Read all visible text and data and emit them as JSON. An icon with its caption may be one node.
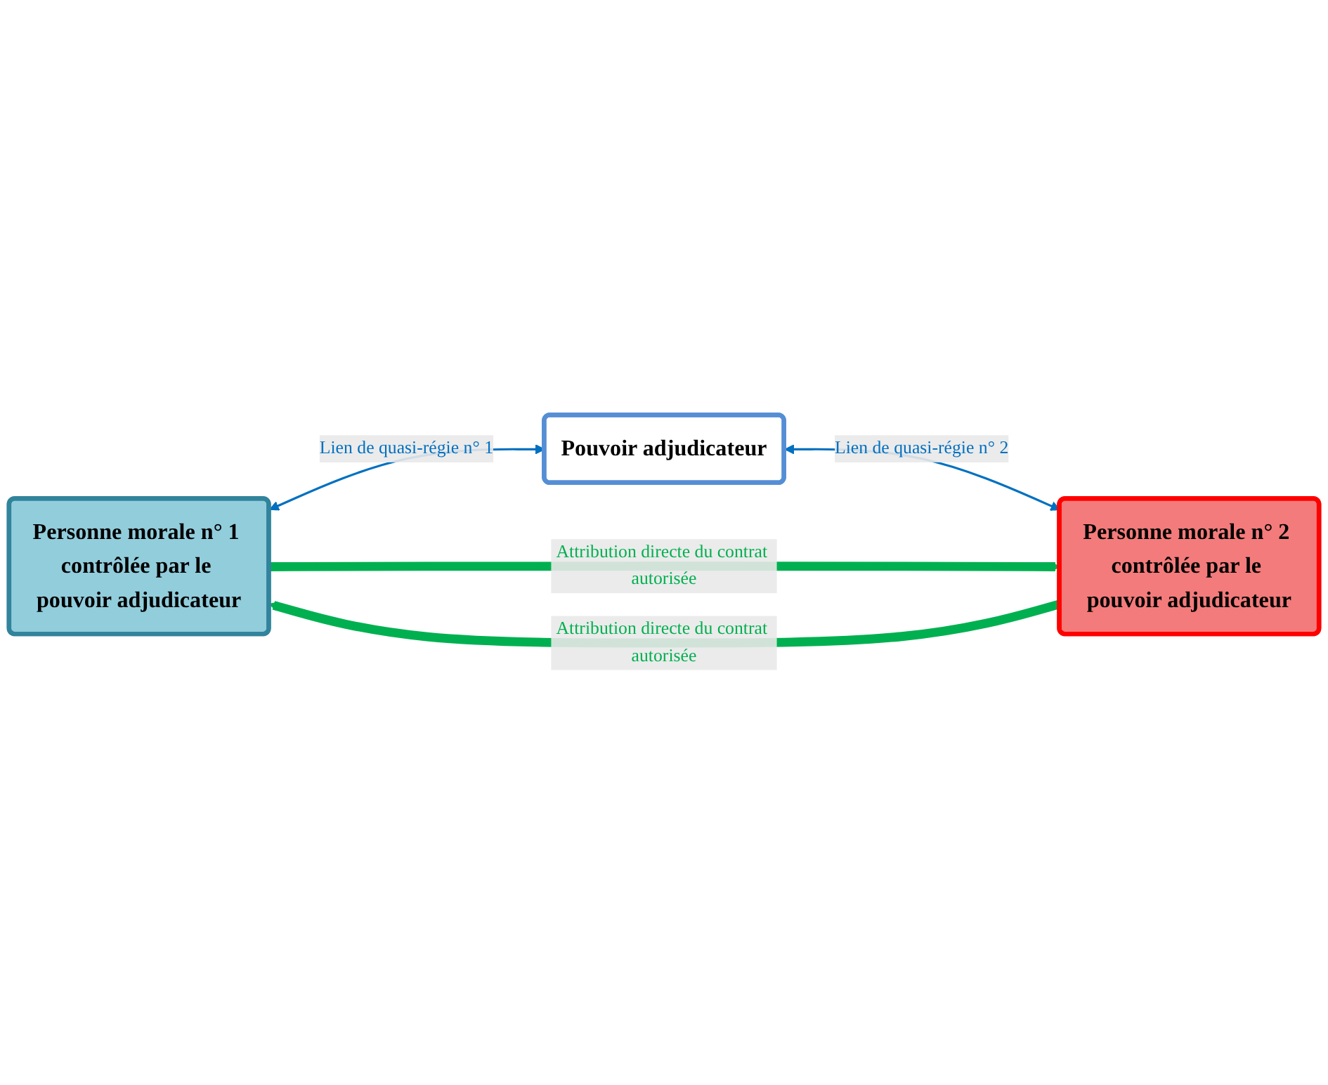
{
  "diagram": {
    "nodes": [
      {
        "text": [
          "Personne morale n° 1 contrôlée par le pouvoir adjudicateur"
        ]
      },
      {
        "text": [
          "Pouvoir adjudicateur"
        ]
      },
      {
        "text": [
          "Personne morale n° 2 contrôlée par le pouvoir adjudicateur"
        ]
      }
    ],
    "edges": [
      {
        "from": 2,
        "to": 0,
        "arrow": "to",
        "label": "Attribution directe du contrat autorisée",
        "style": "thick",
        "color": "#00b050"
      },
      {
        "from": 0,
        "to": 1,
        "arrow": "both",
        "label": "Lien de quasi-régie n° 1",
        "color": "#0070c0"
      },
      {
        "from": 1,
        "to": 2,
        "arrow": "both",
        "label": "Lien de quasi-régie n° 2",
        "color": "#0070c0"
      },
      {
        "from": 0,
        "to": 2,
        "arrow": "to",
        "label": "Attribution directe du contrat autorisée",
        "style": "thick",
        "color": "#00b050"
      }
    ]
  }
}
